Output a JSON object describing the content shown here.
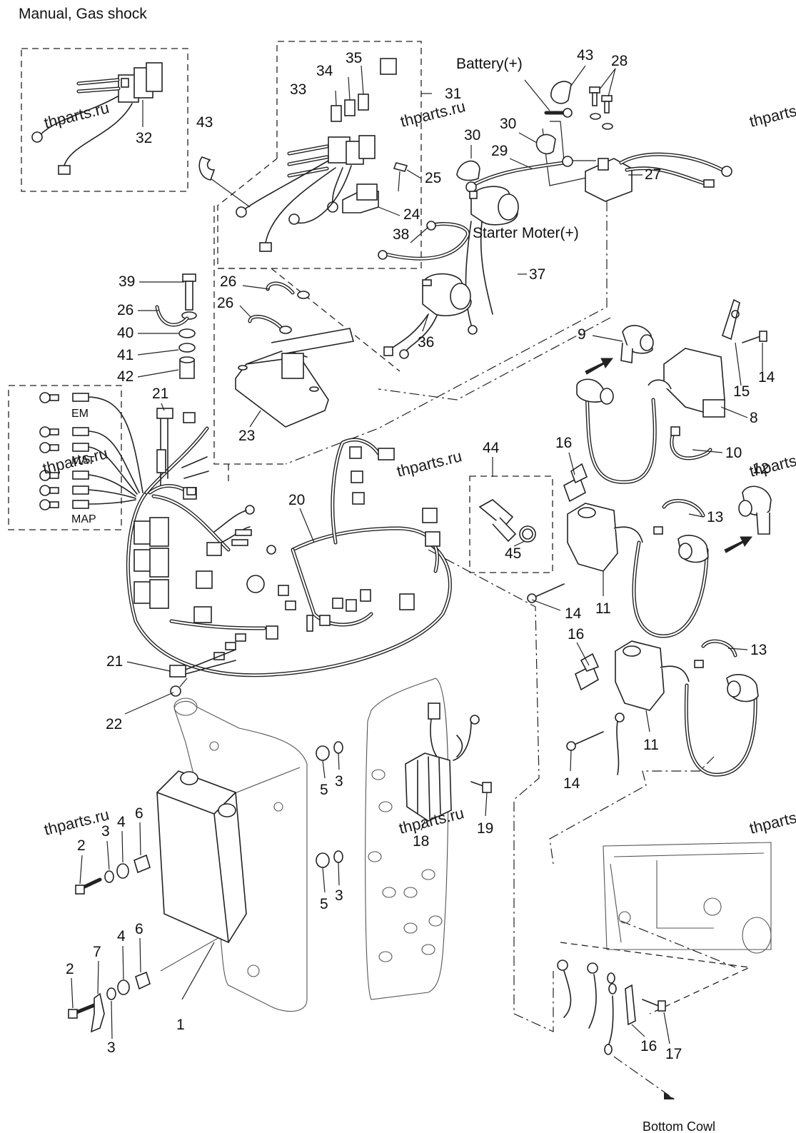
{
  "title": "Manual, Gas shock",
  "watermark": "thparts.ru",
  "callouts": {
    "battery": "Battery(+)",
    "starter": "Starter Moter(+)",
    "bottom_cowl": "Bottom Cowl",
    "em": "EM",
    "mat": "MAT",
    "map": "MAP"
  },
  "parts": [
    {
      "ref": "1"
    },
    {
      "ref": "2"
    },
    {
      "ref": "3"
    },
    {
      "ref": "4"
    },
    {
      "ref": "5"
    },
    {
      "ref": "6"
    },
    {
      "ref": "7"
    },
    {
      "ref": "8"
    },
    {
      "ref": "9"
    },
    {
      "ref": "10"
    },
    {
      "ref": "11"
    },
    {
      "ref": "12"
    },
    {
      "ref": "13"
    },
    {
      "ref": "14"
    },
    {
      "ref": "15"
    },
    {
      "ref": "16"
    },
    {
      "ref": "17"
    },
    {
      "ref": "18"
    },
    {
      "ref": "19"
    },
    {
      "ref": "20"
    },
    {
      "ref": "21"
    },
    {
      "ref": "22"
    },
    {
      "ref": "23"
    },
    {
      "ref": "24"
    },
    {
      "ref": "25"
    },
    {
      "ref": "26"
    },
    {
      "ref": "27"
    },
    {
      "ref": "28"
    },
    {
      "ref": "29"
    },
    {
      "ref": "30"
    },
    {
      "ref": "31"
    },
    {
      "ref": "32"
    },
    {
      "ref": "33"
    },
    {
      "ref": "34"
    },
    {
      "ref": "35"
    },
    {
      "ref": "36"
    },
    {
      "ref": "37"
    },
    {
      "ref": "38"
    },
    {
      "ref": "39"
    },
    {
      "ref": "40"
    },
    {
      "ref": "41"
    },
    {
      "ref": "42"
    },
    {
      "ref": "43"
    },
    {
      "ref": "44"
    },
    {
      "ref": "45"
    }
  ]
}
